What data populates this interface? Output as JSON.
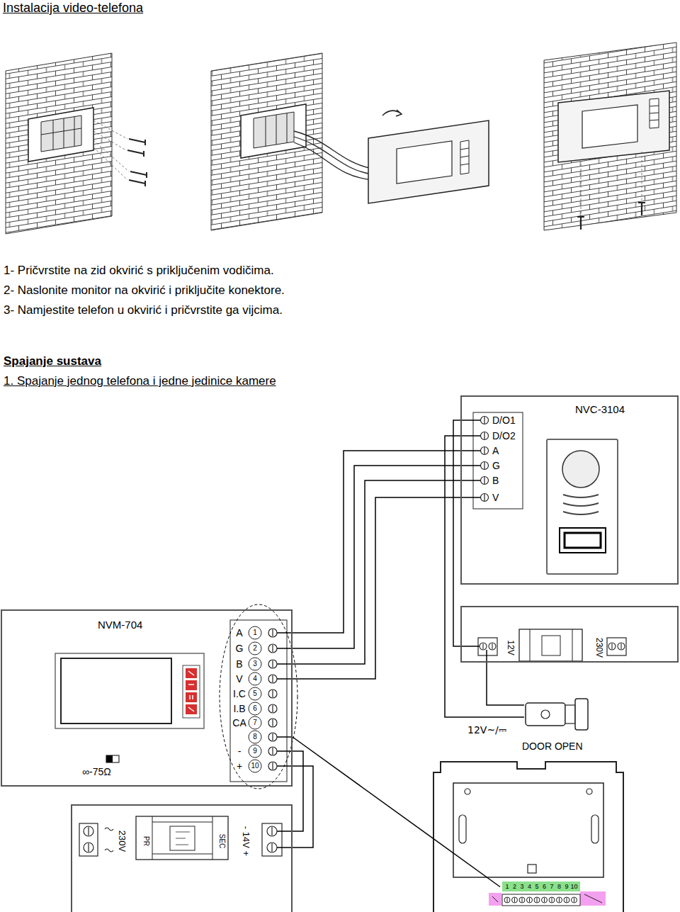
{
  "diagram": {
    "title": "Instalacija video-telefona",
    "nodes": [
      {
        "text": [
          "NVC-3104"
        ]
      },
      {
        "text": [
          "NVM-704"
        ]
      },
      {
        "text": [
          "230V",
          "PR",
          "SEC",
          "- 14V +"
        ]
      },
      {
        "text": [
          "12V",
          "230V"
        ]
      },
      {
        "text": [
          "12V~/⎓",
          "DOOR OPEN"
        ]
      },
      {
        "text": [
          "1",
          "2",
          "3",
          "4",
          "5",
          "6",
          "7",
          "8",
          "9",
          "10"
        ]
      }
    ],
    "edges": [
      {
        "from": 0,
        "to": 1,
        "arrow": "none"
      },
      {
        "from": 0,
        "to": 1,
        "arrow": "none"
      },
      {
        "from": 0,
        "to": 1,
        "arrow": "none"
      },
      {
        "from": 0,
        "to": 1,
        "arrow": "none"
      },
      {
        "from": 0,
        "to": 3,
        "arrow": "none"
      },
      {
        "from": 0,
        "to": 4,
        "arrow": "none"
      },
      {
        "from": 3,
        "to": 4,
        "arrow": "none"
      },
      {
        "from": 1,
        "to": 2,
        "arrow": "none"
      },
      {
        "from": 1,
        "to": 2,
        "arrow": "none"
      },
      {
        "from": 1,
        "to": 5,
        "arrow": "none"
      }
    ],
    "labels": [
      "1- Pričvrstite na zid okvirić s priključenim vodičima.",
      "2- Naslonite monitor na okvirić i priključite konektore.",
      "3- Namjestite telefon u okvirić i pričvrstite ga vijcima.",
      "Spajanje sustava",
      "1. Spajanje jednog telefona i jedne jedinice kamere",
      "D/O1",
      "D/O2",
      "A",
      "G",
      "B",
      "V",
      "A",
      "1",
      "G",
      "2",
      "B",
      "3",
      "V",
      "4",
      "I.C",
      "5",
      "I.B",
      "6",
      "CA",
      "7",
      "8",
      "-",
      "9",
      "+",
      "10",
      "∞-75Ω"
    ]
  }
}
